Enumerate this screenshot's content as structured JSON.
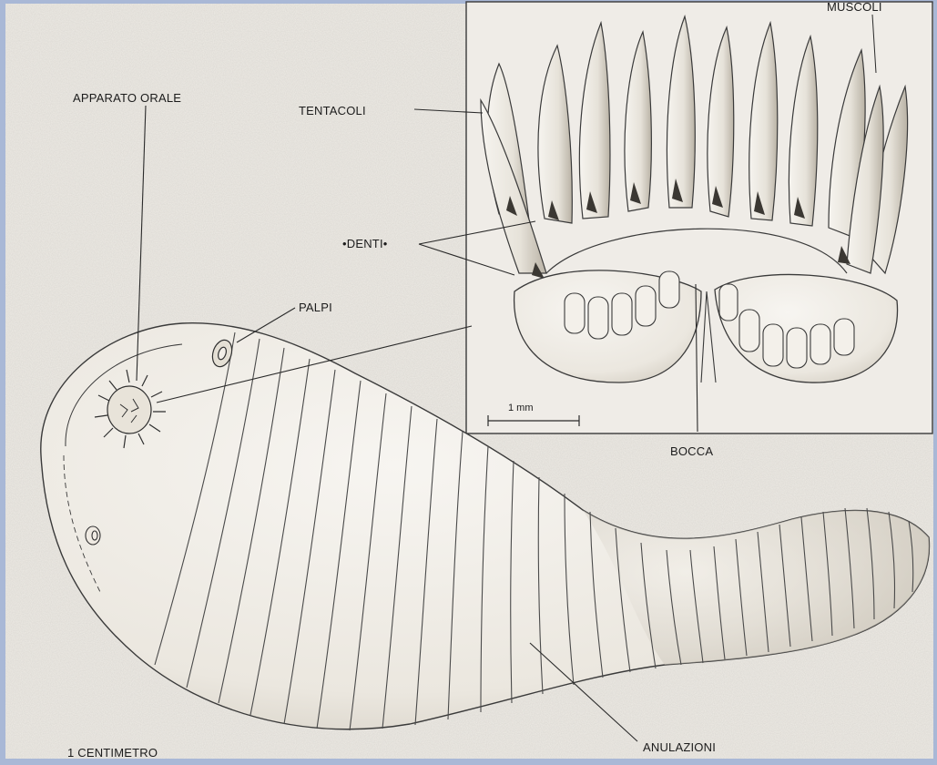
{
  "labels": {
    "apparato_orale": "APPARATO ORALE",
    "tentacoli": "TENTACOLI",
    "denti": "•DENTI•",
    "palpi": "PALPI",
    "bocca": "BOCCA",
    "anulazioni": "ANULAZIONI",
    "scale_mm": "1 mm",
    "scale_cm": "1 CENTIMETRO",
    "top_right_partial": "MUSCOLI"
  },
  "colors": {
    "frame": "#a9b8d6",
    "paper": "#efece6",
    "ink": "#2a2a2a",
    "stipple": "#8a857c"
  }
}
